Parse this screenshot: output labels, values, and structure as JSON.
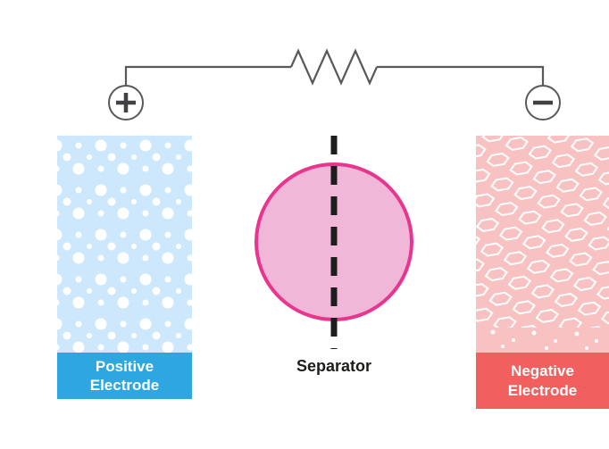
{
  "diagram": {
    "labels": {
      "positive_electrode": "Positive\nElectrode",
      "separator": "Separator",
      "negative_electrode": "Negative\nElectrode"
    },
    "icons": {
      "positive_terminal": "plus-icon",
      "negative_terminal": "minus-icon",
      "resistor": "resistor-zigzag-icon",
      "positive_material": "dots-pattern",
      "negative_material": "hexagon-lattice-pattern",
      "separator_membrane": "dashed-line-icon"
    },
    "colors": {
      "positive_electrode_fill": "#cde8fc",
      "positive_label_bar": "#2ea7e0",
      "negative_electrode_fill": "#f9c2c2",
      "negative_label_bar": "#f25f5f",
      "separator_fill": "#f0b7d9",
      "separator_stroke": "#e8368f",
      "wire": "#58595b",
      "dashed_line": "#1d1d1b",
      "pattern": "#ffffff"
    }
  }
}
